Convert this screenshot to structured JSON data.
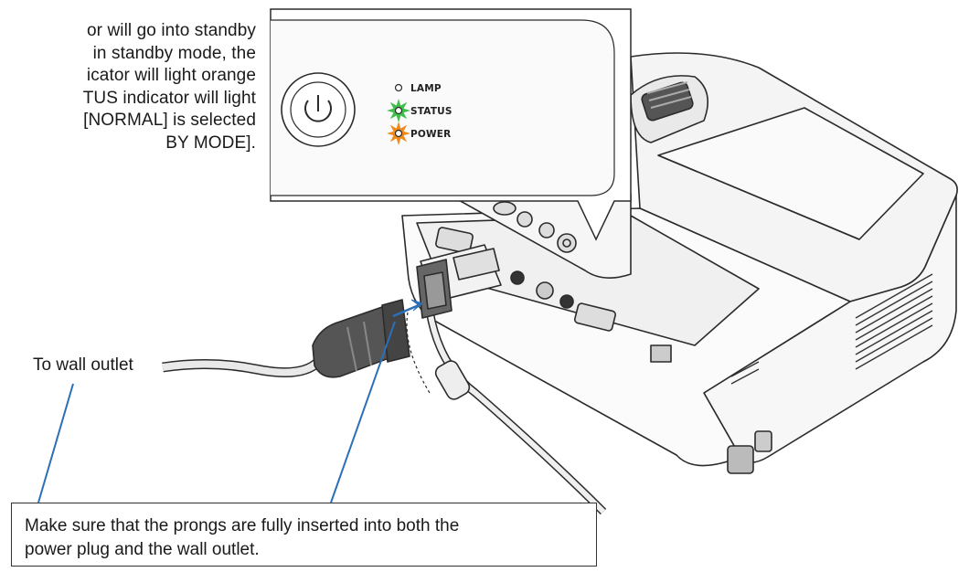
{
  "intro": {
    "lines": [
      "or  will  go into  standby",
      "in standby mode, the",
      "icator will  light orange",
      "TUS indicator will light",
      "[NORMAL] is selected",
      "BY MODE]."
    ]
  },
  "panel": {
    "indicators": [
      {
        "label": "LAMP",
        "state": "off",
        "color": "#888888"
      },
      {
        "label": "STATUS",
        "state": "lit",
        "color": "#3fbf4a"
      },
      {
        "label": "POWER",
        "state": "lit",
        "color": "#f08a1c"
      }
    ]
  },
  "labels": {
    "wall_outlet": "To wall outlet"
  },
  "note": {
    "line1": "Make sure that the prongs are fully inserted into both the",
    "line2": "power plug and the wall outlet."
  },
  "colors": {
    "leader_line": "#2a6fb8",
    "status_glow": "#3fbf4a",
    "power_glow": "#f08a1c"
  }
}
